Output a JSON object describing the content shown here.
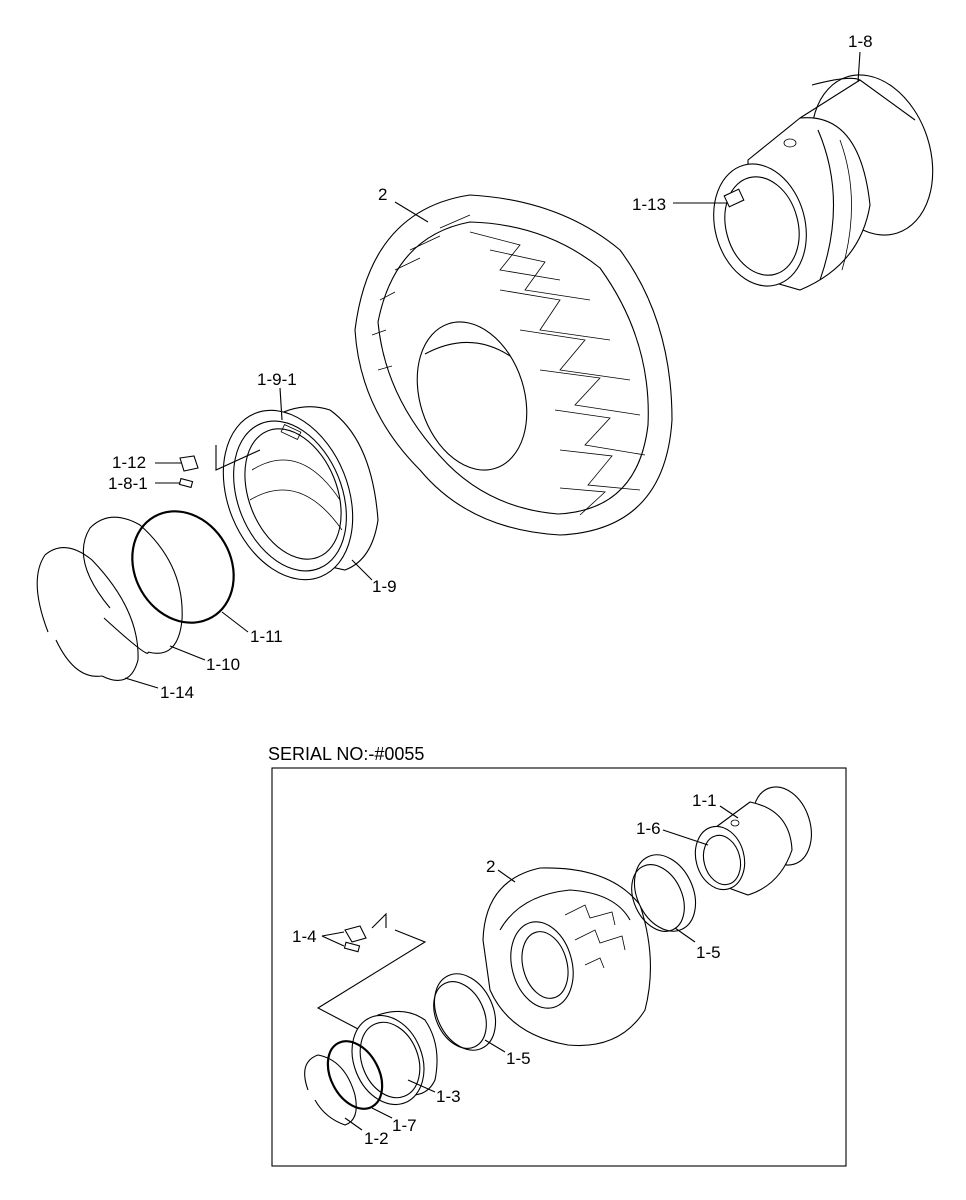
{
  "serial_label": "SERIAL NO:-#0055",
  "callouts": {
    "c_1_8": "1-8",
    "c_1_13": "1-13",
    "c_2_main": "2",
    "c_1_9_1": "1-9-1",
    "c_1_12": "1-12",
    "c_1_8_1": "1-8-1",
    "c_1_9": "1-9",
    "c_1_11": "1-11",
    "c_1_10": "1-10",
    "c_1_14": "1-14",
    "c_1_1": "1-1",
    "c_1_6": "1-6",
    "c_2_inset": "2",
    "c_1_5_a": "1-5",
    "c_1_4": "1-4",
    "c_1_5_b": "1-5",
    "c_1_3": "1-3",
    "c_1_7": "1-7",
    "c_1_2": "1-2"
  }
}
